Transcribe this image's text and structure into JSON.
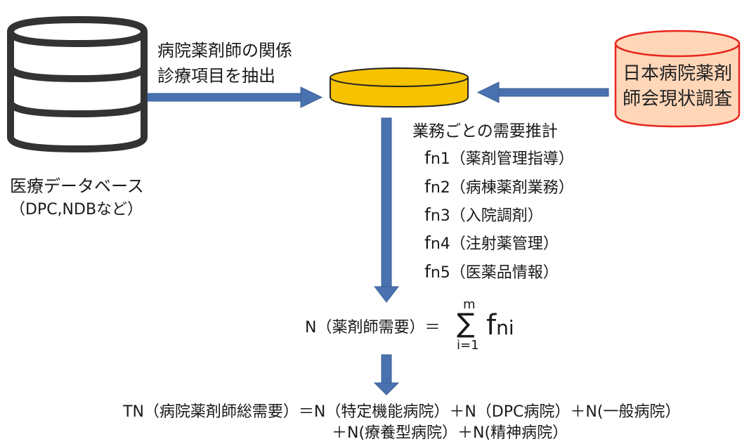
{
  "database": {
    "label_line1": "医療データベース",
    "label_line2": "（DPC,NDBなど）",
    "icon": "database-icon"
  },
  "extract_arrow": {
    "label_line1": "病院薬剤師の関係",
    "label_line2": "診療項目を抽出"
  },
  "survey": {
    "label_line1": "日本病院薬剤",
    "label_line2": "師会現状調査"
  },
  "estimate": {
    "heading": "業務ごとの需要推計",
    "items": [
      {
        "prefix": "f",
        "sub": "n1",
        "paren": "（薬剤管理指導）"
      },
      {
        "prefix": "f",
        "sub": "n2",
        "paren": "（病棟薬剤業務）"
      },
      {
        "prefix": "f",
        "sub": "n3",
        "paren": "（入院調剤）"
      },
      {
        "prefix": "f",
        "sub": "n4",
        "paren": "（注射薬管理）"
      },
      {
        "prefix": "f",
        "sub": "n5",
        "paren": "（医薬品情報）"
      }
    ]
  },
  "formula": {
    "lhs": "N（薬剤師需要）＝",
    "upper": "m",
    "sigma": "∑",
    "lower": "i=1",
    "term_f": "f",
    "term_sub": "ni"
  },
  "total": {
    "line1": "TN（病院薬剤師総需要）＝N（特定機能病院）＋N（DPC病院）＋N(一般病院）",
    "line2": "＋N(療養型病院）＋N(精神病院）"
  },
  "colors": {
    "arrow": "#4a72b0",
    "arrow_edge": "#3b5f96",
    "center_cyl_fill": "#f7c200",
    "center_cyl_edge": "#222222",
    "survey_fill": "#ffd6b8",
    "survey_edge": "#e8261e",
    "db_stroke": "#333333"
  }
}
